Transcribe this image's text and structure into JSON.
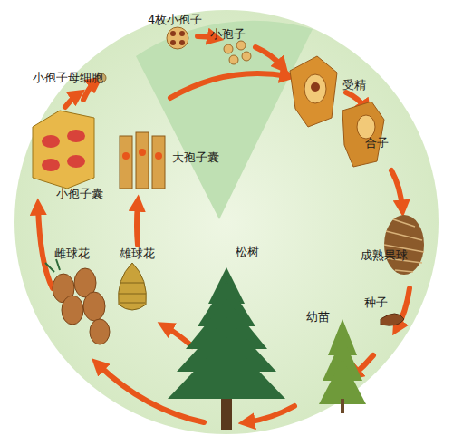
{
  "diagram": {
    "labels": [
      "4枚小孢子",
      "小孢子",
      "小孢子母细胞",
      "受精",
      "合子",
      "大孢子囊",
      "小孢子囊",
      "松树",
      "成熟果球",
      "雌球花",
      "雄球花",
      "种子",
      "幼苗"
    ]
  }
}
